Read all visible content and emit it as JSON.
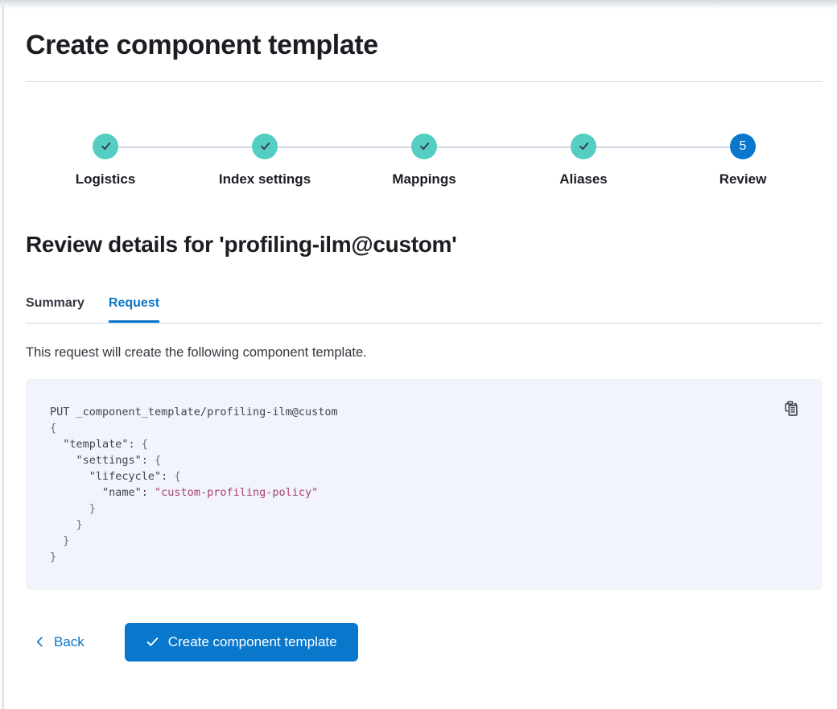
{
  "page": {
    "title": "Create component template"
  },
  "steps": [
    {
      "id": "logistics",
      "label": "Logistics",
      "state": "complete"
    },
    {
      "id": "index-settings",
      "label": "Index settings",
      "state": "complete"
    },
    {
      "id": "mappings",
      "label": "Mappings",
      "state": "complete"
    },
    {
      "id": "aliases",
      "label": "Aliases",
      "state": "complete"
    },
    {
      "id": "review",
      "label": "Review",
      "state": "current",
      "number": "5"
    }
  ],
  "review": {
    "heading": "Review details for 'profiling-ilm@custom'",
    "tabs": [
      {
        "id": "summary",
        "label": "Summary",
        "active": false
      },
      {
        "id": "request",
        "label": "Request",
        "active": true
      }
    ],
    "description": "This request will create the following component template."
  },
  "code": {
    "copy_icon": "clipboard-icon",
    "lines": [
      [
        {
          "t": "PUT _component_template/profiling-ilm@custom",
          "c": "plain"
        }
      ],
      [
        {
          "t": "{",
          "c": "punct"
        }
      ],
      [
        {
          "t": "  \"template\": ",
          "c": "plain"
        },
        {
          "t": "{",
          "c": "punct"
        }
      ],
      [
        {
          "t": "    \"settings\": ",
          "c": "plain"
        },
        {
          "t": "{",
          "c": "punct"
        }
      ],
      [
        {
          "t": "      \"lifecycle\": ",
          "c": "plain"
        },
        {
          "t": "{",
          "c": "punct"
        }
      ],
      [
        {
          "t": "        \"name\": ",
          "c": "plain"
        },
        {
          "t": "\"custom-profiling-policy\"",
          "c": "string"
        }
      ],
      [
        {
          "t": "      }",
          "c": "punct"
        }
      ],
      [
        {
          "t": "    }",
          "c": "punct"
        }
      ],
      [
        {
          "t": "  }",
          "c": "punct"
        }
      ],
      [
        {
          "t": "}",
          "c": "punct"
        }
      ]
    ]
  },
  "footer": {
    "back_label": "Back",
    "create_label": "Create component template"
  },
  "colors": {
    "primary_blue": "#0877cc",
    "success_teal": "#54cec2",
    "tab_active_blue": "#0875c8",
    "code_background": "#f1f4fa",
    "code_string_pink": "#aa446e",
    "divider_gray": "#d3dae6",
    "text_dark": "#343741"
  }
}
